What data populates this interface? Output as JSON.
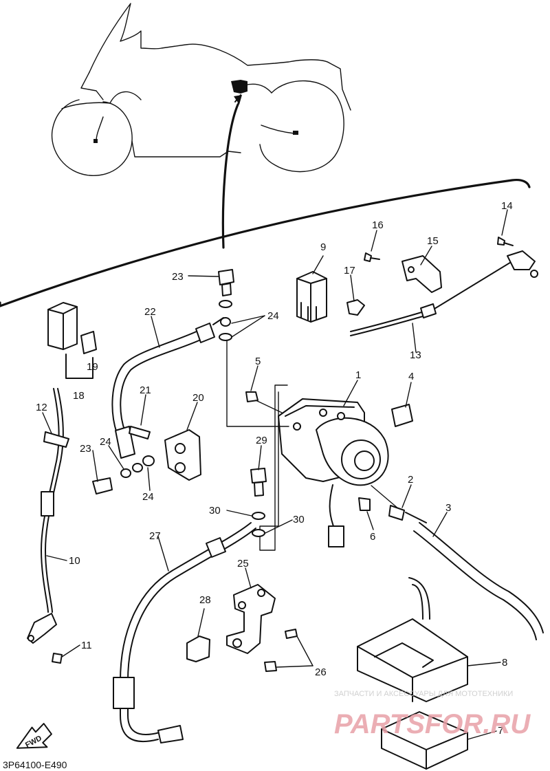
{
  "diagram": {
    "code": "3P64100-E490",
    "fwd_label": "FWD",
    "watermark_small": "ЗАПЧАСТИ И АКСЕССУАРЫ ДЛЯ МОТОТЕХНИКИ",
    "watermark_big": "PARTSFOR.RU"
  },
  "callouts": [
    "1",
    "2",
    "3",
    "4",
    "5",
    "6",
    "7",
    "8",
    "9",
    "10",
    "11",
    "12",
    "13",
    "14",
    "15",
    "16",
    "17",
    "18",
    "19",
    "20",
    "21",
    "22",
    "23",
    "23",
    "24",
    "24",
    "24",
    "25",
    "26",
    "27",
    "28",
    "29",
    "30",
    "30"
  ]
}
